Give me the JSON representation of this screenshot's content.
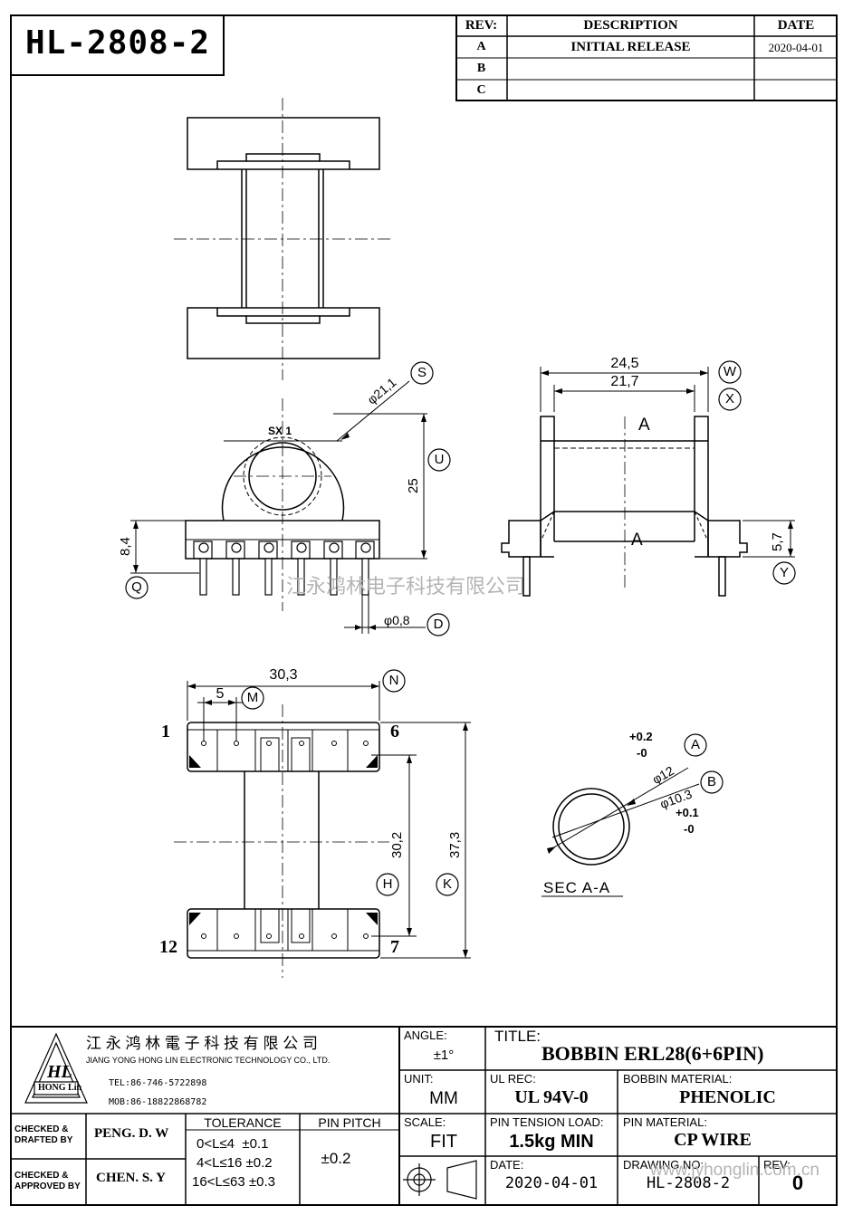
{
  "header": {
    "part_number": "HL-2808-2",
    "rev_table": {
      "headers": [
        "REV:",
        "DESCRIPTION",
        "DATE"
      ],
      "rows": [
        {
          "rev": "A",
          "description": "INITIAL RELEASE",
          "date": "2020-04-01"
        },
        {
          "rev": "B",
          "description": "",
          "date": ""
        },
        {
          "rev": "C",
          "description": "",
          "date": ""
        }
      ]
    }
  },
  "side_view": {
    "dim_outer": "24,5",
    "bubble_outer": "W",
    "dim_inner": "21,7",
    "bubble_inner": "X",
    "section_top": "A",
    "section_bottom": "A",
    "dim_height": "5,7",
    "bubble_height": "Y"
  },
  "front_view": {
    "dim_diameter": "φ21,1",
    "bubble_diameter": "S",
    "marking": "SX 1",
    "dim_height": "25",
    "bubble_height": "U",
    "dim_base": "8,4",
    "bubble_base": "Q",
    "dim_pin": "φ0,8",
    "bubble_pin": "D",
    "watermark": "江永鸿林电子科技有限公司"
  },
  "bottom_view": {
    "dim_width": "30,3",
    "bubble_width": "N",
    "dim_pitch": "5",
    "bubble_pitch": "M",
    "pin_1": "1",
    "pin_6": "6",
    "pin_7": "7",
    "pin_12": "12",
    "dim_row": "30,2",
    "bubble_row": "H",
    "dim_length": "37,3",
    "bubble_length": "K"
  },
  "section": {
    "tol_outer_plus": "+0.2",
    "tol_outer_minus": "-0",
    "bubble_outer": "A",
    "dim_outer": "φ12",
    "dim_inner": "φ10.3",
    "bubble_inner": "B",
    "tol_inner_plus": "+0.1",
    "tol_inner_minus": "-0",
    "label": "SEC A-A"
  },
  "title_block": {
    "company_cn": "江 永 鸿 林 電 子 科 技 有 限 公 司",
    "company_en": "JIANG YONG HONG LIN ELECTRONIC TECHNOLOGY CO., LTD.",
    "logo_text": "HL",
    "logo_sub": "HONG Lin",
    "tel": "TEL:86-746-5722898",
    "mob": "MOB:86-18822868782",
    "checked_drafted_label": "CHECKED & DRAFTED BY",
    "checked_drafted_name": "PENG. D. W",
    "checked_approved_label": "CHECKED & APPROVED BY",
    "checked_approved_name": "CHEN. S. Y",
    "tolerance_label": "TOLERANCE",
    "tolerance_rows": [
      "0<L≤4  ±0.1",
      "4<L≤16 ±0.2",
      "16<L≤63 ±0.3"
    ],
    "pin_pitch_label": "PIN PITCH",
    "pin_pitch_value": "±0.2",
    "angle_label": "ANGLE:",
    "angle_value": "±1°",
    "unit_label": "UNIT:",
    "unit_value": "MM",
    "scale_label": "SCALE:",
    "scale_value": "FIT",
    "title_label": "TITLE:",
    "title_value": "BOBBIN ERL28(6+6PIN)",
    "ul_rec_label": "UL REC:",
    "ul_rec_value": "UL 94V-0",
    "bobbin_material_label": "BOBBIN MATERIAL:",
    "bobbin_material_value": "PHENOLIC",
    "pin_tension_label": "PIN TENSION LOAD:",
    "pin_tension_value": "1.5kg MIN",
    "pin_material_label": "PIN MATERIAL:",
    "pin_material_value": "CP WIRE",
    "date_label": "DATE:",
    "date_value": "2020-04-01",
    "drawing_no_label": "DRAWING NO:",
    "drawing_no_value": "HL-2808-2",
    "rev_label": "REV:",
    "rev_value": "0",
    "watermark_url": "www.jyhonglin.com.cn"
  }
}
